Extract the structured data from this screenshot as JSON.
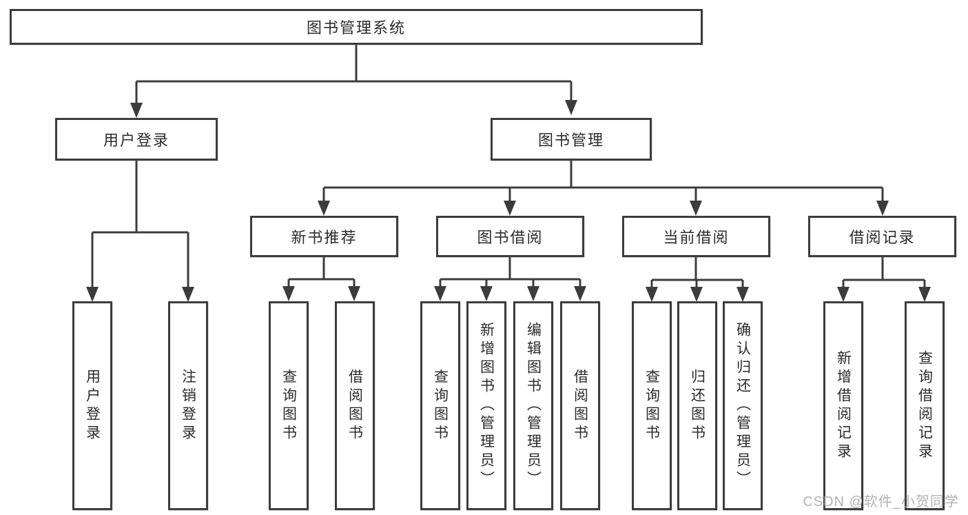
{
  "tree": {
    "root": {
      "label": "图书管理系统"
    },
    "branches": [
      {
        "label": "用户登录",
        "children": [
          {
            "label": "用户登录"
          },
          {
            "label": "注销登录"
          }
        ]
      },
      {
        "label": "图书管理",
        "children": [
          {
            "label": "新书推荐",
            "children": [
              {
                "label": "查询图书"
              },
              {
                "label": "借阅图书"
              }
            ]
          },
          {
            "label": "图书借阅",
            "children": [
              {
                "label": "查询图书"
              },
              {
                "label": "新增图书（管理员）"
              },
              {
                "label": "编辑图书（管理员）"
              },
              {
                "label": "借阅图书"
              }
            ]
          },
          {
            "label": "当前借阅",
            "children": [
              {
                "label": "查询图书"
              },
              {
                "label": "归还图书"
              },
              {
                "label": "确认归还（管理员）"
              }
            ]
          },
          {
            "label": "借阅记录",
            "children": [
              {
                "label": "新增借阅记录"
              },
              {
                "label": "查询借阅记录"
              }
            ]
          }
        ]
      }
    ]
  },
  "watermark": {
    "text": "CSDN @软件_小贺同学"
  },
  "colors": {
    "line": "#3c3c3c",
    "text": "#2b2b2b",
    "background": "#ffffff",
    "watermark": "#b1b1bb"
  }
}
